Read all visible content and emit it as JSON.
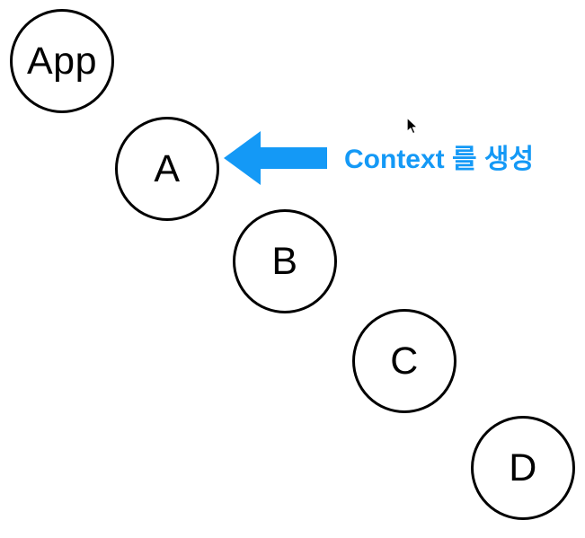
{
  "diagram": {
    "title_hint": "nested context creation diagram",
    "nodes": [
      {
        "id": "app",
        "label": "App"
      },
      {
        "id": "a",
        "label": "A"
      },
      {
        "id": "b",
        "label": "B"
      },
      {
        "id": "c",
        "label": "C"
      },
      {
        "id": "d",
        "label": "D"
      }
    ],
    "arrow": {
      "direction": "left",
      "points_to_node": "A",
      "color": "#1499F6"
    },
    "annotation": {
      "label": "Context 를 생성",
      "color": "#1499F6"
    }
  },
  "colors": {
    "background": "#ffffff",
    "node_stroke": "#000000",
    "node_fill": "#ffffff",
    "accent_blue": "#1499F6",
    "label_text": "#000000"
  }
}
